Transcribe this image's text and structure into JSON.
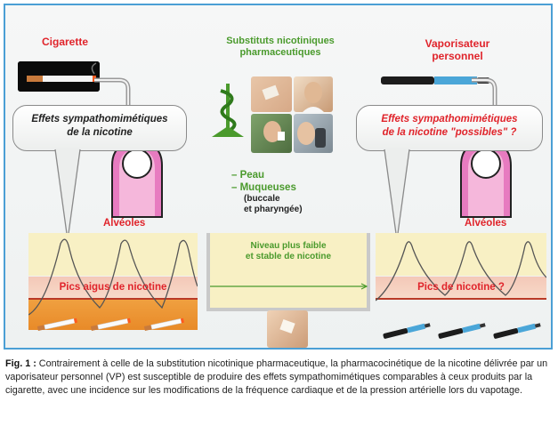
{
  "diagram": {
    "left_title": "Cigarette",
    "center_title_line1": "Substituts nicotiniques",
    "center_title_line2": "pharmaceutiques",
    "right_title_line1": "Vaporisateur",
    "right_title_line2": "personnel",
    "left_bubble_line1": "Effets sympathomimétiques",
    "left_bubble_line2": "de la nicotine",
    "right_bubble_line1": "Effets sympathomimétiques",
    "right_bubble_line2": "de la nicotine \"possibles\" ?",
    "route_peau": "– Peau",
    "route_muqueuses": "– Muqueuses",
    "route_detail_1": "(buccale",
    "route_detail_2": "et pharyngée)",
    "left_alveoles": "Alvéoles",
    "right_alveoles": "Alvéoles",
    "center_level_line1": "Niveau plus faible",
    "center_level_line2": "et stable de nicotine",
    "left_peaks": "Pics aigus de nicotine",
    "right_peaks": "Pics de nicotine ?"
  },
  "caption": {
    "label": "Fig. 1 :",
    "text": "Contrairement à celle de la substitution nicotinique pharmaceutique, la pharmacocinétique de la nicotine délivrée par un vaporisateur personnel (VP) est susceptible de produire des effets sympathomimétiques comparables à ceux produits par la cigarette, avec une incidence sur les modifications de la fréquence cardiaque et de la pression artérielle lors du vapotage."
  },
  "colors": {
    "red": "#e0242b",
    "green": "#4a9a2c",
    "frame_blue": "#4b9fd5",
    "band_yellow": "#f8f0c4",
    "lung_pink": "#e77bc0"
  }
}
